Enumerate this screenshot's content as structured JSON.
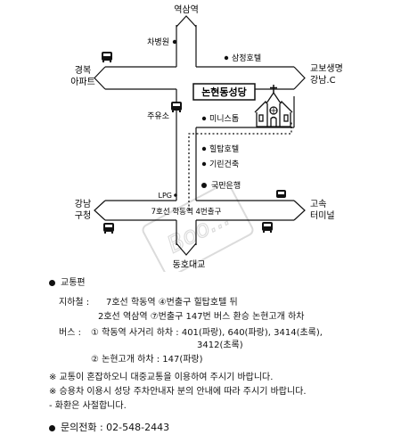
{
  "map": {
    "stations": {
      "north": "역삼역",
      "south": "동호대교",
      "west_top": [
        "경복",
        "아파트"
      ],
      "west_bottom": [
        "강남",
        "구청"
      ],
      "east_top": [
        "교보생명",
        "강남.C"
      ],
      "east_bottom": [
        "고속",
        "터미널"
      ]
    },
    "landmarks": {
      "chabyeongwon": "차병원",
      "samjeong_hotel": "삼정호텔",
      "gas_station": "주유소",
      "mini_stop": "미니스톱",
      "hilltop_hotel": "힐탑호텔",
      "kirin": "기린건축",
      "kookmin_bank": "국민은행",
      "lpg": "LPG",
      "road_label": "7호선 학동역 4번출구"
    },
    "church": "논현동성당",
    "watermark": "Boo..."
  },
  "info": {
    "section_title": "교통편",
    "subway_label": "지하철 :",
    "subway_line1": "7호선 학동역 ④번출구 힐탑호텔 뒤",
    "subway_line2": "2호선 역삼역 ⑦번출구 147번 버스 환승 논현고개 하차",
    "bus_label": "버스 :",
    "bus_line1": "① 학동역 사거리 하차 : 401(파랑), 640(파랑), 3414(초록),",
    "bus_line1b": "3412(초록)",
    "bus_line2": "② 논현고개 하차 : 147(파랑)",
    "note1": "※ 교통이 혼잡하오니 대중교통을 이용하여 주시기 바랍니다.",
    "note2": "※ 승용차 이용시 성당 주차안내자 분의 안내에 따라 주시기 바랍니다.",
    "note3": "- 화환은 사절합니다.",
    "phone": "문의전화 : 02-548-2443"
  }
}
